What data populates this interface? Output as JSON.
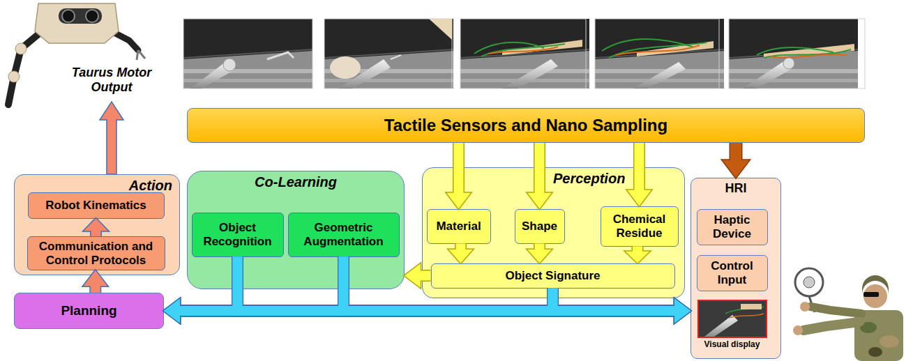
{
  "diagram": {
    "nodes": [
      {
        "text": [
          "Tactile Sensors and Nano Sampling"
        ]
      },
      {
        "text": [
          "Action"
        ]
      },
      {
        "text": [
          "Robot Kinematics"
        ],
        "in": 1
      },
      {
        "text": [
          "Communication and Control Protocols"
        ],
        "in": 1
      },
      {
        "text": [
          "Planning"
        ]
      },
      {
        "text": [
          "Co-Learning"
        ]
      },
      {
        "text": [
          "Object Recognition"
        ],
        "in": 5
      },
      {
        "text": [
          "Geometric Augmentation"
        ],
        "in": 5
      },
      {
        "text": [
          "Perception"
        ]
      },
      {
        "text": [
          "Material"
        ],
        "in": 8
      },
      {
        "text": [
          "Shape"
        ],
        "in": 8
      },
      {
        "text": [
          "Chemical Residue"
        ],
        "in": 8
      },
      {
        "text": [
          "Object Signature"
        ],
        "in": 8
      },
      {
        "text": [
          "HRI"
        ]
      },
      {
        "text": [
          "Haptic Device"
        ],
        "in": 13
      },
      {
        "text": [
          "Control Input"
        ],
        "in": 13
      },
      {
        "text": [
          "Visual display"
        ],
        "in": 13
      }
    ],
    "edges": [
      {
        "from": 0,
        "to": 9,
        "arrow": "to"
      },
      {
        "from": 0,
        "to": 10,
        "arrow": "to"
      },
      {
        "from": 0,
        "to": 11,
        "arrow": "to"
      },
      {
        "from": 0,
        "to": 13,
        "arrow": "to"
      },
      {
        "from": 9,
        "to": 12,
        "arrow": "to"
      },
      {
        "from": 10,
        "to": 12,
        "arrow": "to"
      },
      {
        "from": 11,
        "to": 12,
        "arrow": "to"
      },
      {
        "from": 12,
        "to": 5,
        "arrow": "to"
      },
      {
        "from": 4,
        "to": 3,
        "arrow": "to"
      },
      {
        "from": 3,
        "to": 2,
        "arrow": "to"
      },
      {
        "from": 4,
        "to": 13,
        "arrow": "both"
      },
      {
        "from": 6,
        "to": 4,
        "arrow": "to"
      },
      {
        "from": 6,
        "to": 13,
        "arrow": "to"
      },
      {
        "from": 7,
        "to": 4,
        "arrow": "to"
      },
      {
        "from": 7,
        "to": 13,
        "arrow": "to"
      },
      {
        "from": 12,
        "to": 4,
        "arrow": "to"
      },
      {
        "from": 12,
        "to": 13,
        "arrow": "to"
      }
    ],
    "labels": [
      "Taurus Motor Output"
    ]
  }
}
